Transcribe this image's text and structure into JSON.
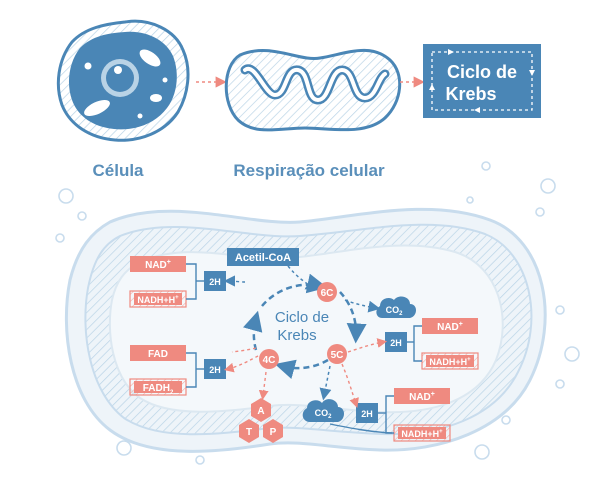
{
  "colors": {
    "blue": "#4a86b6",
    "blue_light": "#b9d3e6",
    "blue_pale": "#e4eef6",
    "salmon": "#ef8a80",
    "salmon_light": "#fbdcd7",
    "text_blue": "#5a8fba",
    "white": "#ffffff"
  },
  "top": {
    "cell_label": "Célula",
    "respiration_label": "Respiração celular",
    "krebs_box_line1": "Ciclo de",
    "krebs_box_line2": "Krebs"
  },
  "cycle": {
    "center_line1": "Ciclo de",
    "center_line2": "Krebs",
    "acetyl": "Acetil-CoA",
    "c6": "6C",
    "c5": "5C",
    "c4": "4C",
    "co2": "CO",
    "co2_sub": "2"
  },
  "left": {
    "nad": "NAD",
    "nad_sup": "+",
    "nadh": "NADH+H",
    "nadh_sup": "+",
    "fad": "FAD",
    "fadh": "FADH",
    "fadh_sub": "2",
    "h2_top": "2H",
    "h2_bottom": "2H"
  },
  "right": {
    "nad1": "NAD",
    "nad1_sup": "+",
    "nadh1": "NADH+H",
    "nadh1_sup": "+",
    "nad2": "NAD",
    "nad2_sup": "+",
    "nadh2": "NADH+H",
    "nadh2_sup": "+",
    "h2_upper": "2H",
    "h2_lower": "2H"
  },
  "atp": {
    "a": "A",
    "t": "T",
    "p": "P"
  }
}
